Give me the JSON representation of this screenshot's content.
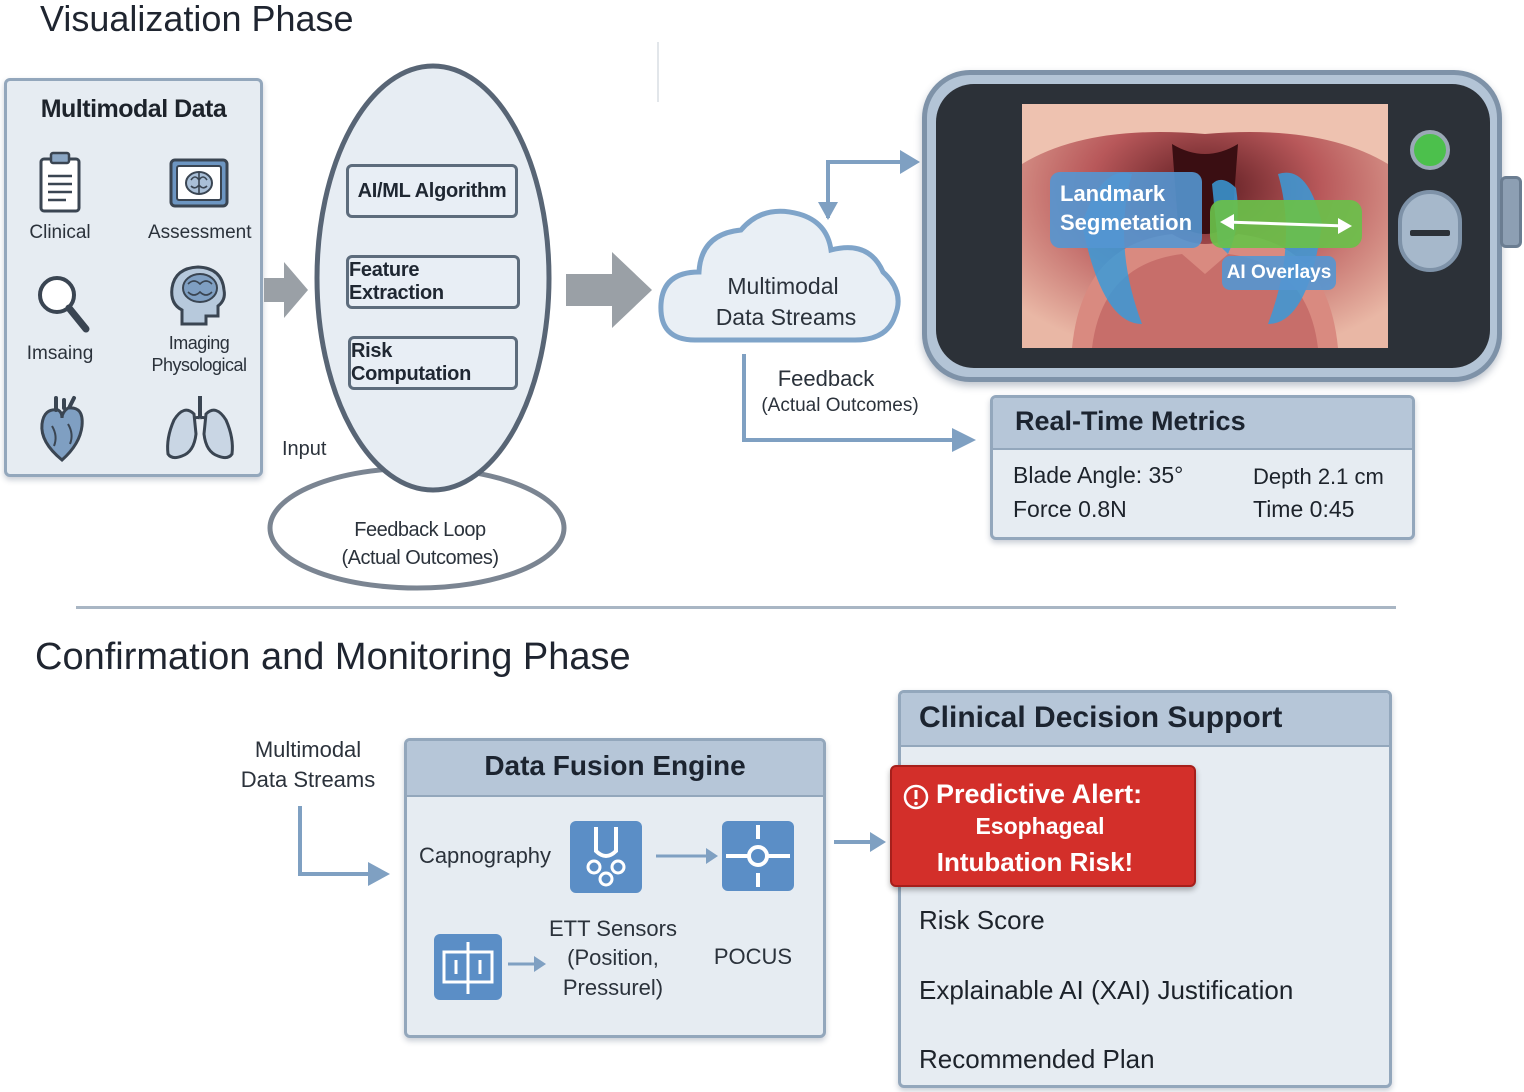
{
  "visualization_phase": {
    "title": "Visualization Phase",
    "multimodal_data": {
      "title": "Multimodal Data",
      "items": [
        {
          "label": "Clinical",
          "icon": "clipboard-icon"
        },
        {
          "label": "Assessment",
          "icon": "brain-screen-icon"
        },
        {
          "label": "Imsaing",
          "icon": "magnifier-icon"
        },
        {
          "label": "Imaging\nPhysological",
          "icon": "head-brain-icon"
        },
        {
          "label": "",
          "icon": "heart-icon"
        },
        {
          "label": "",
          "icon": "lungs-icon"
        }
      ]
    },
    "algorithm_stack": [
      "AI/ML Algorithm",
      "Feature Extraction",
      "Risk Computation"
    ],
    "input_label": "Input",
    "feedback_loop": {
      "line1": "Feedback Loop",
      "line2": "(Actual Outcomes)"
    },
    "cloud": {
      "line1": "Multimodal",
      "line2": "Data Streams"
    },
    "feedback": {
      "line1": "Feedback",
      "line2": "(Actual Outcomes)"
    },
    "device": {
      "overlay_landmark": "Landmark\nSegmetation",
      "overlay_ai": "AI Overlays",
      "status_color": "#4cc04c"
    },
    "metrics": {
      "title": "Real-Time Metrics",
      "blade_angle": "Blade Angle: 35°",
      "depth": "Depth 2.1 cm",
      "force": "Force 0.8N",
      "time": "Time 0:45"
    }
  },
  "monitoring_phase": {
    "title": "Confirmation and Monitoring Phase",
    "streams_label": "Multimodal\nData Streams",
    "fusion": {
      "title": "Data Fusion Engine",
      "capnography": "Capnography",
      "ett_sensors": "ETT Sensors\n(Position,\nPressurel)",
      "pocus": "POCUS"
    },
    "cds": {
      "title": "Clinical Decision Support",
      "alert_line1": "Predictive Alert:",
      "alert_line2": "Esophageal",
      "alert_line3": "Intubation Risk!",
      "alert_color": "#d32f2a",
      "items": [
        "Risk Score",
        "Explainable AI (XAI) Justification",
        "Recommended Plan"
      ]
    }
  },
  "colors": {
    "panel_bg": "#e6ecf2",
    "panel_header": "#b6c6d8",
    "accent_blue": "#5b8ec6",
    "arrow_gray": "#9aa0a6"
  }
}
